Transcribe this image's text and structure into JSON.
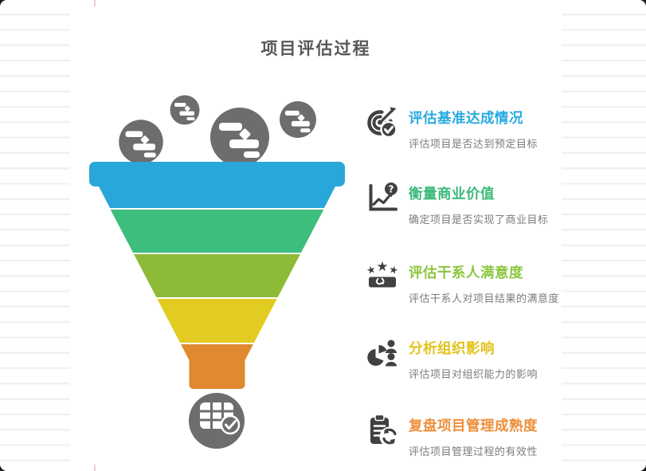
{
  "page_title": "项目评估过程",
  "funnel": {
    "circle_color": "#6D6D6D",
    "stage_colors": [
      "#2AA7DA",
      "#3DBE7C",
      "#8DBB37",
      "#E3CC21",
      "#E0892F"
    ],
    "falling_icon": "gantt-chart-icon",
    "bottom_icon": "table-check-icon"
  },
  "items": [
    {
      "icon": "target-check-icon",
      "color": "#29ABE2",
      "title": "评估基准达成情况",
      "desc": "评估项目是否达到预定目标"
    },
    {
      "icon": "chart-question-icon",
      "color": "#3BB878",
      "title": "衡量商业价值",
      "desc": "确定项目是否实现了商业目标"
    },
    {
      "icon": "stars-handshake-icon",
      "color": "#8CC63F",
      "title": "评估干系人满意度",
      "desc": "评估干系人对项目结果的满意度"
    },
    {
      "icon": "pie-people-icon",
      "color": "#E2C21B",
      "title": "分析组织影响",
      "desc": "评估项目对组织能力的影响"
    },
    {
      "icon": "clipboard-refresh-icon",
      "color": "#EE8F3B",
      "title": "复盘项目管理成熟度",
      "desc": "评估项目管理过程的有效性"
    }
  ]
}
